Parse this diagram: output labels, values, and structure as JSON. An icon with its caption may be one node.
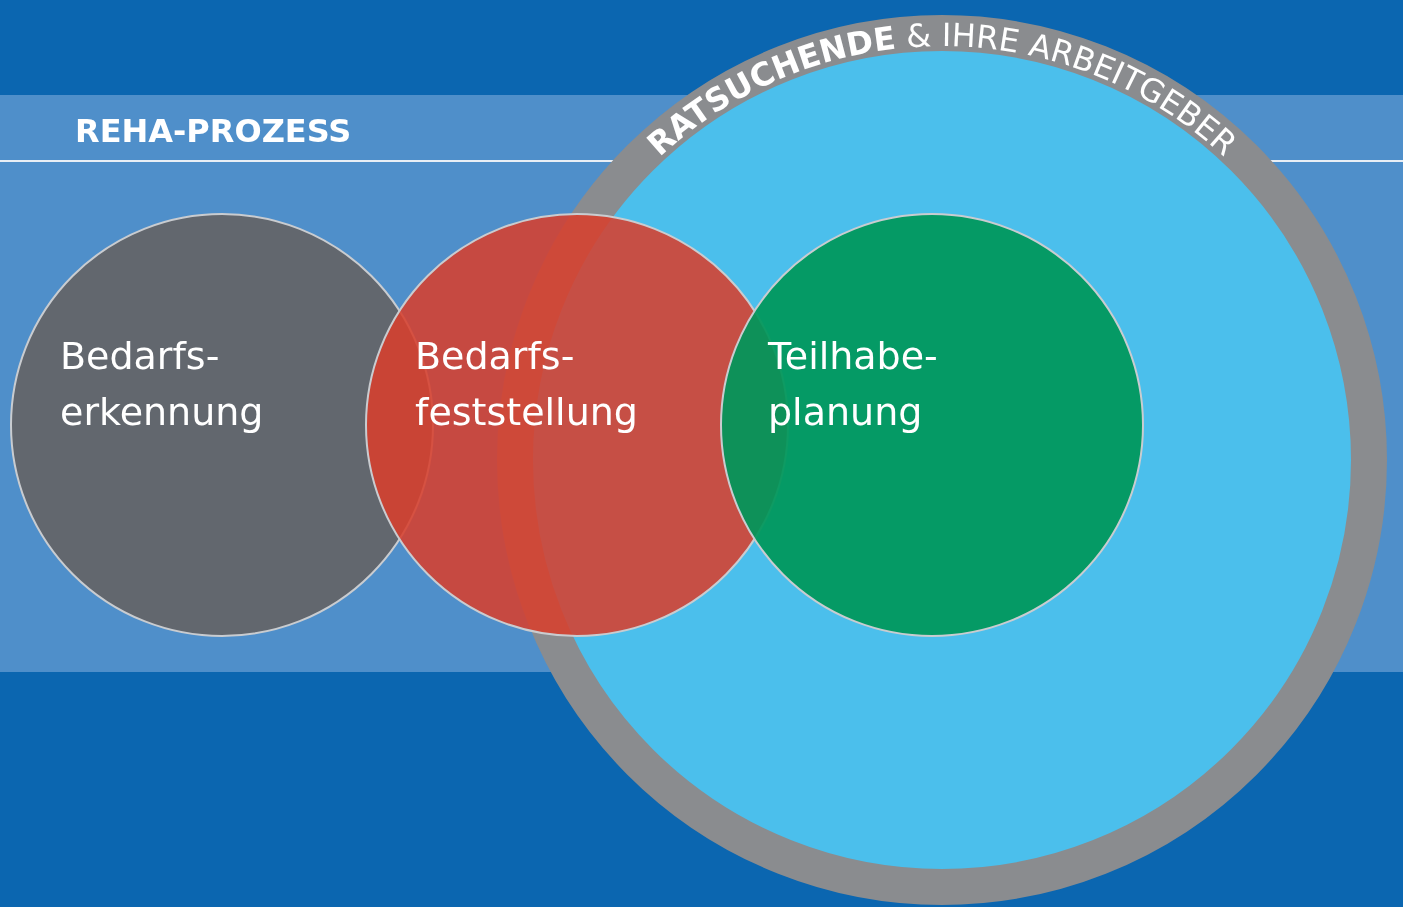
{
  "diagram": {
    "nodes": [
      {
        "text": [
          "REHA-PROZESS"
        ]
      },
      {
        "text": [
          "**RATSUCHENDE** & IHRE ARBEITGEBER"
        ]
      },
      {
        "text": [
          "Bedarfs- erkennung"
        ],
        "in": 0
      },
      {
        "text": [
          "Bedarfs- feststellung"
        ],
        "in": 0
      },
      {
        "text": [
          "Teilhabe- planung"
        ]
      }
    ]
  }
}
